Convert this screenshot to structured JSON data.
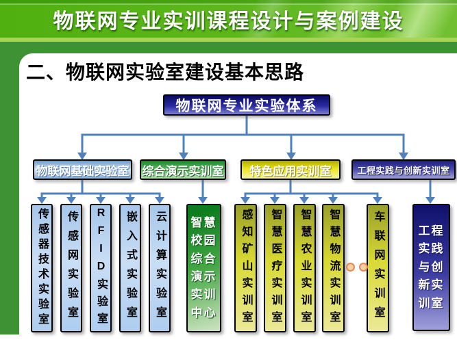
{
  "slide": {
    "header_title": "物联网专业实训课程设计与案例建设",
    "section_heading": "二、物联网实验室建设基本思路"
  },
  "diagram": {
    "root_label": "物联网专业实验体系",
    "branches": [
      {
        "label": "物联网基础实验室",
        "children": [
          "传感器技术实验室",
          "传感网实验室",
          "RFID实验室",
          "嵌入式实验室",
          "云计算实验室"
        ]
      },
      {
        "label": "综合演示实训室",
        "children": [
          "智慧校园综合演示实训中心"
        ]
      },
      {
        "label": "特色应用实训室",
        "children": [
          "感知矿山实训室",
          "智慧医疗实训室",
          "智慧农业实训室",
          "智慧物流实训室",
          "车联网实训室"
        ]
      },
      {
        "label": "工程实践与创新实训室",
        "children": [
          "工程实践与创新实训室"
        ]
      }
    ],
    "icons": {
      "ellipsis": "two-circles-ellipsis-icon"
    },
    "colors": {
      "connector": "#4f81bd",
      "root_box": "#2a2aa2",
      "branch_basic": "#8cb1d8",
      "branch_demo": "#63bd68",
      "branch_feature": "#eae51f",
      "branch_engineering": "#4d4dae",
      "leaf_blue": "#c9def5",
      "leaf_green": "#44a844",
      "leaf_yellow": "#d9da33",
      "leaf_navy": "#3b3ba2",
      "header_green": "#5cb71b",
      "frame_green": "#3e9233",
      "ellipsis_fill": "#f9cfa4"
    }
  }
}
